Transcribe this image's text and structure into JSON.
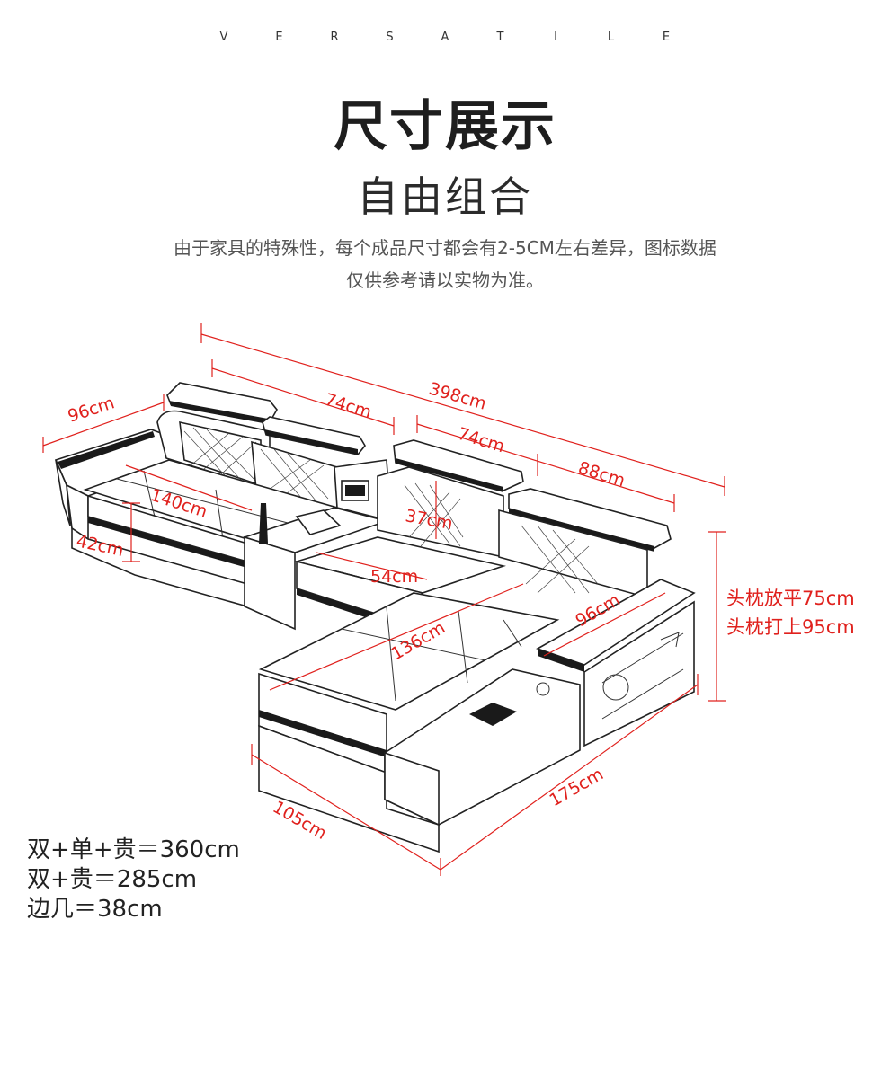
{
  "header": {
    "brand_letters": [
      "V",
      "E",
      "R",
      "S",
      "A",
      "T",
      "I",
      "L",
      "E"
    ],
    "title": "尺寸展示",
    "subtitle": "自由组合",
    "note_line1": "由于家具的特殊性，每个成品尺寸都会有2-5CM左右差异，图标数据",
    "note_line2": "仅供参考请以实物为准。"
  },
  "dimensions": {
    "total_length": "398cm",
    "left_depth": "96cm",
    "back_width_left": "74cm",
    "back_width_right": "74cm",
    "right_section": "88cm",
    "seat_width_left": "140cm",
    "seat_height": "42cm",
    "backrest_height": "37cm",
    "seat_depth": "54cm",
    "chaise_length": "136cm",
    "chaise_arm_depth": "96cm",
    "chaise_front": "105cm",
    "chaise_side": "175cm"
  },
  "height_note": {
    "line1": "头枕放平75cm",
    "line2": "头枕打上95cm"
  },
  "specs": {
    "line1": "双+单+贵＝360cm",
    "line2": "双+贵＝285cm",
    "line3": "边几＝38cm"
  }
}
